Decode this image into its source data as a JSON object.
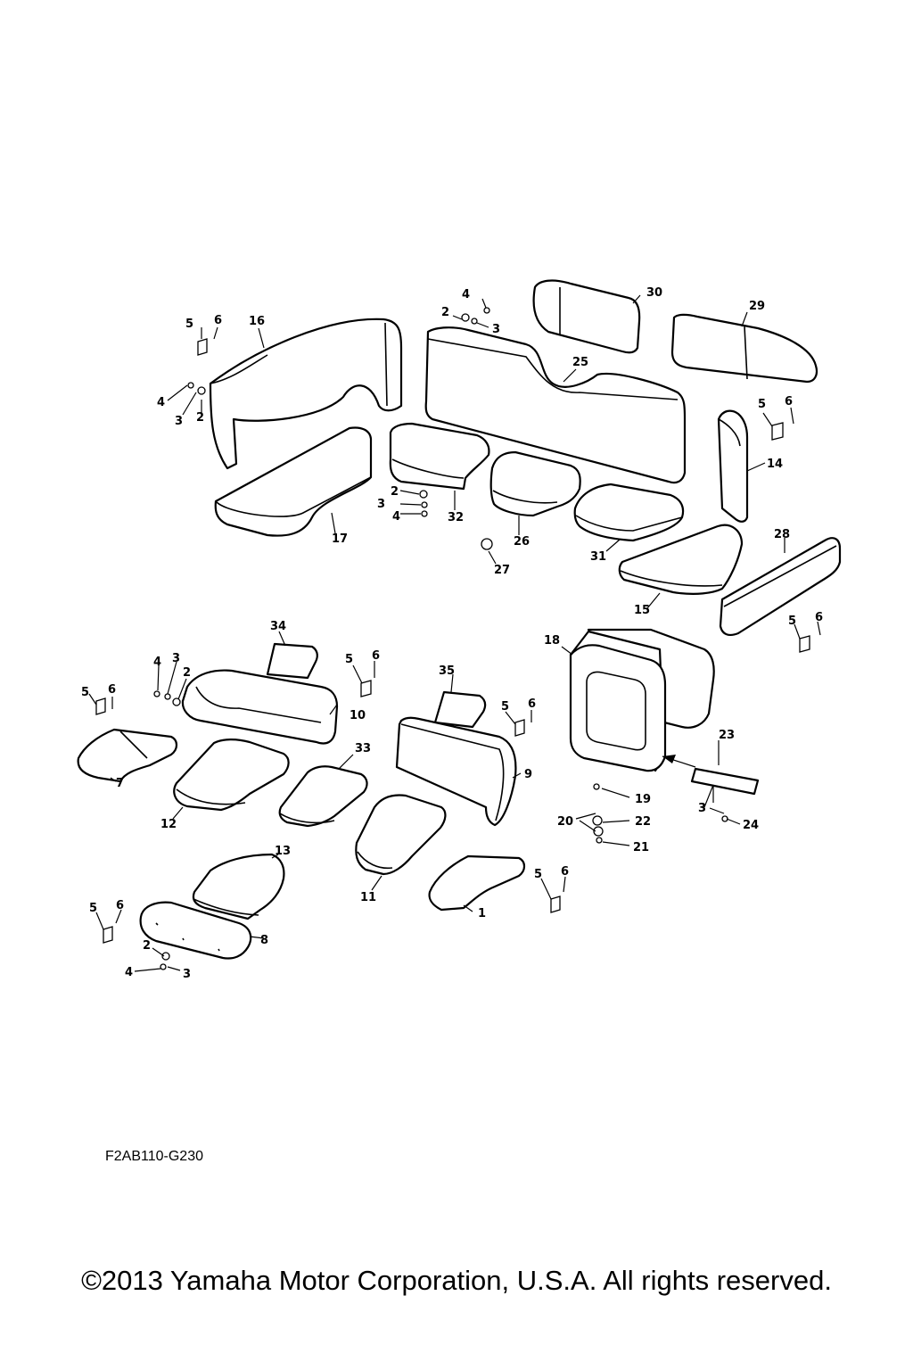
{
  "diagram": {
    "code": "F2AB110-G230",
    "copyright": "©2013 Yamaha Motor Corporation, U.S.A. All rights reserved."
  },
  "callouts": {
    "c1": "1",
    "c2": "2",
    "c3": "3",
    "c4": "4",
    "c5": "5",
    "c6": "6",
    "c7": "7",
    "c8": "8",
    "c9": "9",
    "c10": "10",
    "c11": "11",
    "c12": "12",
    "c13": "13",
    "c14": "14",
    "c15": "15",
    "c16": "16",
    "c17": "17",
    "c18": "18",
    "c19": "19",
    "c20": "20",
    "c21": "21",
    "c22": "22",
    "c23": "23",
    "c24": "24",
    "c25": "25",
    "c26": "26",
    "c27": "27",
    "c28": "28",
    "c29": "29",
    "c30": "30",
    "c31": "31",
    "c32": "32",
    "c33": "33",
    "c34": "34",
    "c35": "35"
  }
}
